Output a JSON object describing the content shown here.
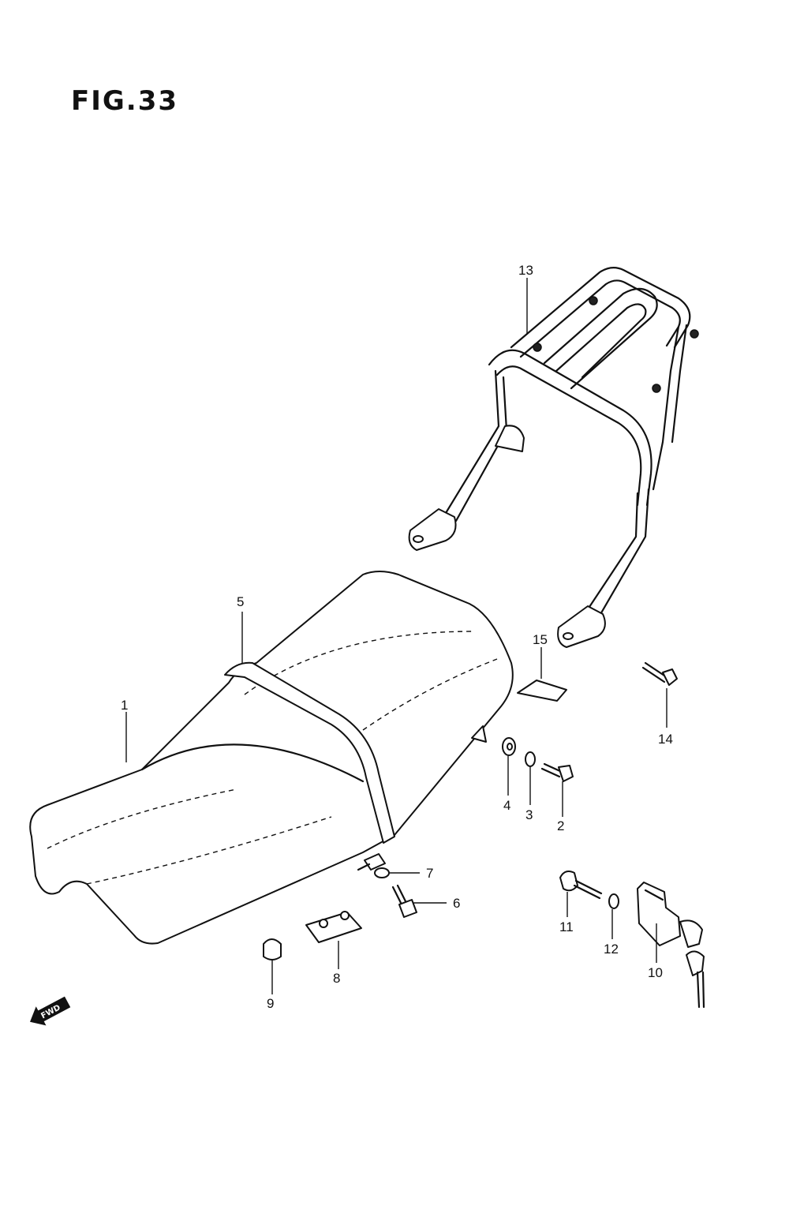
{
  "figure": {
    "title": "FIG.33"
  },
  "callouts": [
    {
      "id": "1",
      "label": "1"
    },
    {
      "id": "2",
      "label": "2"
    },
    {
      "id": "3",
      "label": "3"
    },
    {
      "id": "4",
      "label": "4"
    },
    {
      "id": "5",
      "label": "5"
    },
    {
      "id": "6",
      "label": "6"
    },
    {
      "id": "7",
      "label": "7"
    },
    {
      "id": "8",
      "label": "8"
    },
    {
      "id": "9",
      "label": "9"
    },
    {
      "id": "10",
      "label": "10"
    },
    {
      "id": "11",
      "label": "11"
    },
    {
      "id": "12",
      "label": "12"
    },
    {
      "id": "13",
      "label": "13"
    },
    {
      "id": "14",
      "label": "14"
    },
    {
      "id": "15",
      "label": "15"
    }
  ],
  "direction_marker": {
    "label": "FWD",
    "icon": "fwd-arrow-icon"
  }
}
